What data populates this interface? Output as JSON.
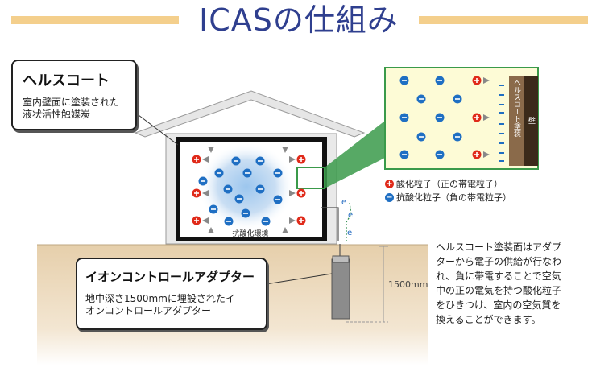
{
  "title": "ICASの仕組み",
  "health_coat": {
    "heading": "ヘルスコート",
    "line1": "室内壁面に塗装された",
    "line2": "液状活性触媒炭"
  },
  "adapter": {
    "heading": "イオンコントロールアダプター",
    "line1": "地中深さ1500mmに埋設されたイ",
    "line2": "オンコントロールアダプター"
  },
  "environment_label": "抗酸化環境",
  "depth_label": "1500mm",
  "electron_symbol": "e",
  "closeup": {
    "coat_label": "ヘルスコート塗装",
    "wall_label": "壁"
  },
  "legend": {
    "positive": "酸化粒子（正の帯電粒子）",
    "negative": "抗酸化粒子（負の帯電粒子）"
  },
  "description_lines": [
    "ヘルスコート塗装面はアダプ",
    "ターから電子の供給が行なわ",
    "れ、負に帯電することで空気",
    "中の正の電気を持つ酸化粒子",
    "をひきつけ、室内の空気質を",
    "換えることができます。"
  ],
  "colors": {
    "title": "#2f3f8f",
    "title_bar": "#f4cf8c",
    "ground": "#e8d4b4",
    "house": "#e9e9e9",
    "closeup_bg": "#fdfbd6",
    "closeup_border": "#3a9a4a",
    "wall": "#3b2a1a",
    "positive_particle": "#e02a1a",
    "negative_particle": "#1f6fc3"
  },
  "icons": [
    "positive-particle-icon",
    "negative-particle-icon",
    "arrow-icon",
    "electron-icon"
  ]
}
